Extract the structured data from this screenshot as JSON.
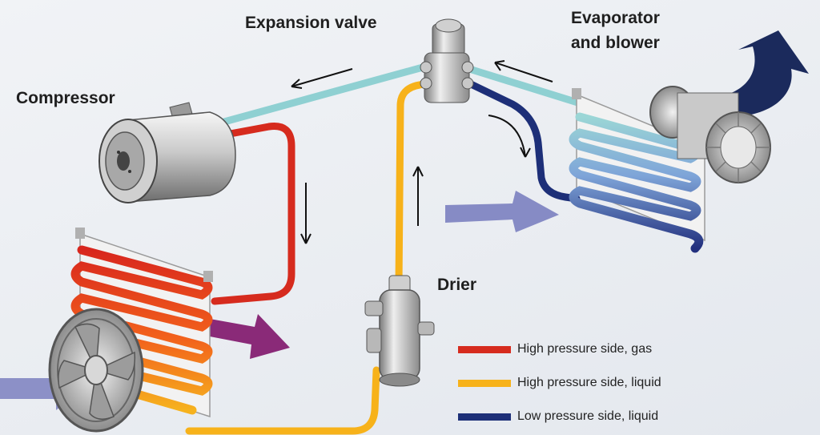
{
  "labels": {
    "expansion_valve": "Expansion valve",
    "evaporator_line1": "Evaporator",
    "evaporator_line2": "and blower",
    "compressor": "Compressor",
    "drier": "Drier"
  },
  "legend": [
    {
      "text": "High pressure side, gas",
      "color": "#d62b1e"
    },
    {
      "text": "High pressure side, liquid",
      "color": "#f7b21a"
    },
    {
      "text": "Low pressure side, liquid",
      "color": "#1d2f78"
    }
  ],
  "colors": {
    "high_gas": "#d62b1e",
    "high_liquid": "#f7b21a",
    "low_liquid": "#1d2f78",
    "low_gas": "#8fd0d2",
    "airflow": "#7b7fc0",
    "hot_airflow": "#8a2a78",
    "outlet_arrow": "#1b2a5c"
  },
  "icons": [
    "compressor-icon",
    "expansion-valve-icon",
    "drier-icon",
    "condenser-icon",
    "fan-icon",
    "evaporator-icon",
    "blower-icon"
  ]
}
